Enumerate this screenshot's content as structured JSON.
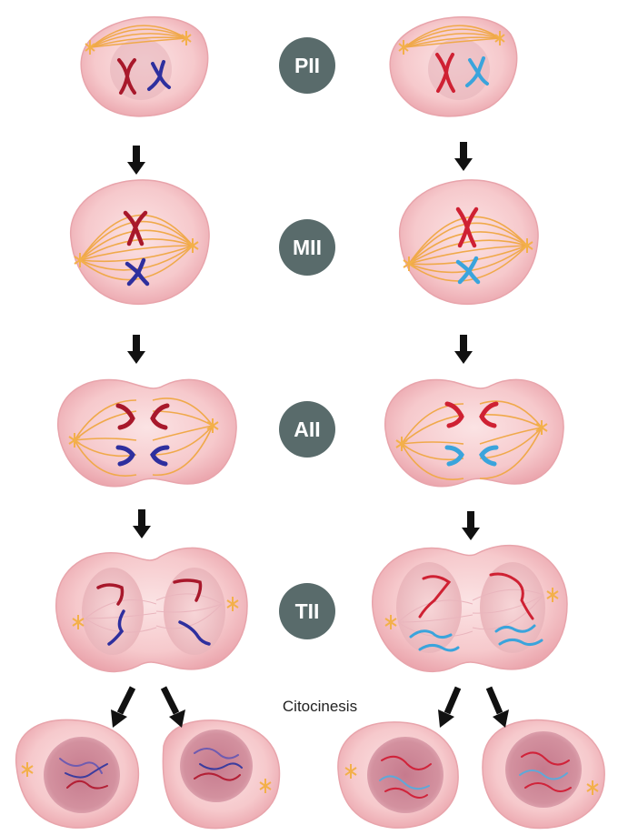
{
  "stages": [
    {
      "label": "PII"
    },
    {
      "label": "MII"
    },
    {
      "label": "AII"
    },
    {
      "label": "TII"
    }
  ],
  "cytokinesis": {
    "label": "Citocinesis"
  },
  "colors": {
    "cell_fill": "#f6c9cc",
    "cell_edge": "#e8a4ab",
    "nucleus_fill": "#cf8a98",
    "spindle": "#f0a94a",
    "centrosome": "#f3b04a",
    "badge": "#596b6b",
    "arrow": "#111111",
    "chrom_red_left": "#a8182b",
    "chrom_blue_left": "#2e2f9e",
    "chrom_red_right": "#cf2133",
    "chrom_blue_right": "#3aa4dc"
  }
}
